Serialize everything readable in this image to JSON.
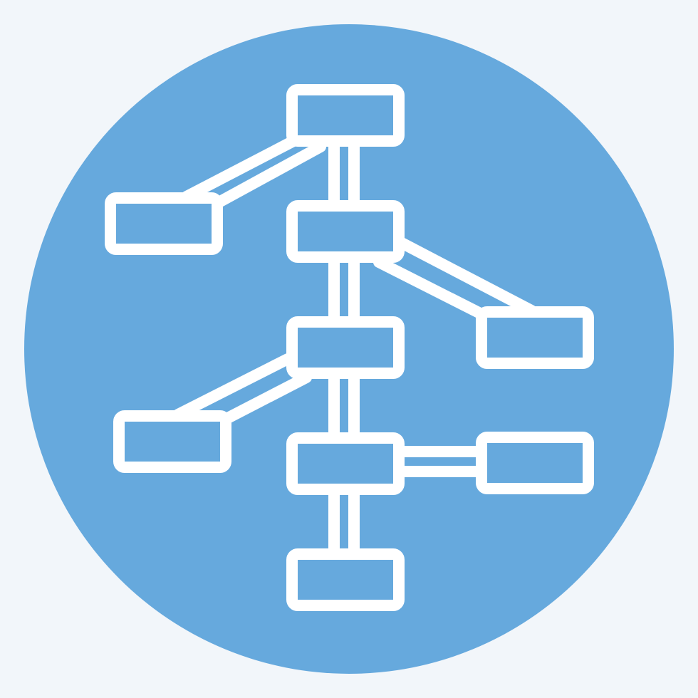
{
  "icon": {
    "name": "hierarchy-diagram-icon",
    "colors": {
      "background": "#f2f6fa",
      "circle": "#66a9dd",
      "line": "#ffffff",
      "box_fill": "#66a9dd"
    },
    "nodes": [
      {
        "id": "top"
      },
      {
        "id": "spine-2"
      },
      {
        "id": "spine-3"
      },
      {
        "id": "spine-4"
      },
      {
        "id": "bottom"
      },
      {
        "id": "left-upper"
      },
      {
        "id": "right-upper"
      },
      {
        "id": "left-lower"
      },
      {
        "id": "right-lower"
      }
    ]
  }
}
